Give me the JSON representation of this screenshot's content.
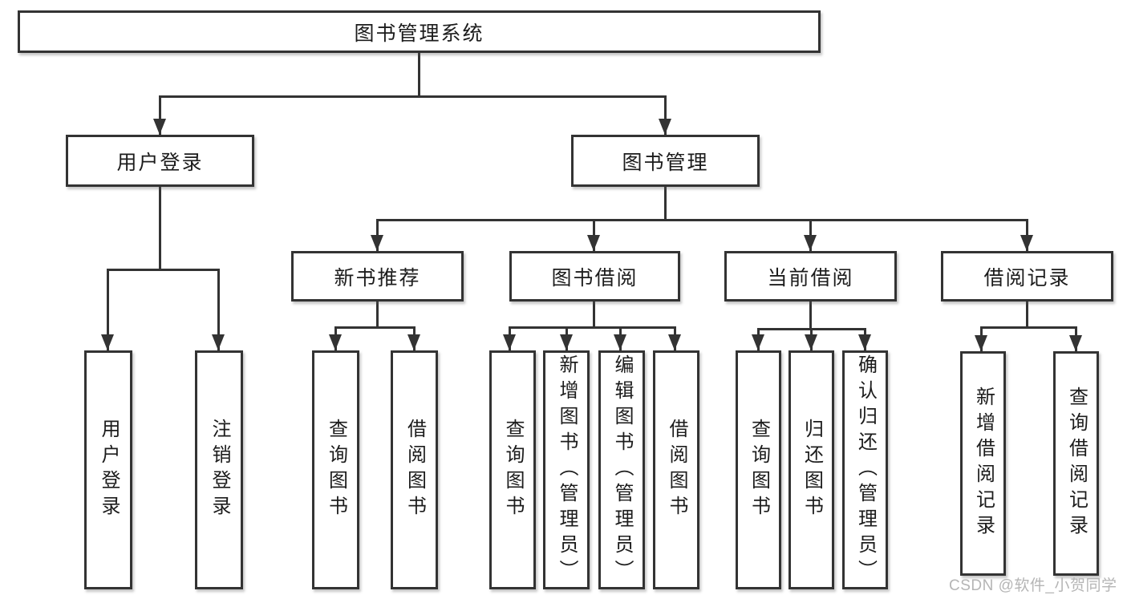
{
  "diagram": {
    "type": "hierarchy-tree",
    "title": "图书管理系统",
    "watermark": "CSDN @软件_小贺同学",
    "colors": {
      "line": "#333333",
      "box_border": "#333333",
      "box_background": "#ffffff",
      "text": "#1c1c1c",
      "watermark": "#b5b5b5"
    }
  },
  "nodes": [
    {
      "id": "root",
      "label": "图书管理系统",
      "parent": null
    },
    {
      "id": "user-login",
      "label": "用户登录",
      "parent": "root"
    },
    {
      "id": "book-management",
      "label": "图书管理",
      "parent": "root"
    },
    {
      "id": "user-login-action",
      "label": "用户登录",
      "parent": "user-login"
    },
    {
      "id": "logout",
      "label": "注销登录",
      "parent": "user-login"
    },
    {
      "id": "new-book-recommend",
      "label": "新书推荐",
      "parent": "book-management"
    },
    {
      "id": "book-borrowing",
      "label": "图书借阅",
      "parent": "book-management"
    },
    {
      "id": "current-borrowing",
      "label": "当前借阅",
      "parent": "book-management"
    },
    {
      "id": "borrowing-records",
      "label": "借阅记录",
      "parent": "book-management"
    },
    {
      "id": "query-books-recommend",
      "label": "查询图书",
      "parent": "new-book-recommend"
    },
    {
      "id": "borrow-books-recommend",
      "label": "借阅图书",
      "parent": "new-book-recommend"
    },
    {
      "id": "query-books-borrowing",
      "label": "查询图书",
      "parent": "book-borrowing"
    },
    {
      "id": "add-books-admin",
      "label": "新增图书（管理员）",
      "parent": "book-borrowing"
    },
    {
      "id": "edit-books-admin",
      "label": "编辑图书（管理员）",
      "parent": "book-borrowing"
    },
    {
      "id": "borrow-books-borrowing",
      "label": "借阅图书",
      "parent": "book-borrowing"
    },
    {
      "id": "query-books-current",
      "label": "查询图书",
      "parent": "current-borrowing"
    },
    {
      "id": "return-books",
      "label": "归还图书",
      "parent": "current-borrowing"
    },
    {
      "id": "confirm-return-admin",
      "label": "确认归还（管理员）",
      "parent": "current-borrowing"
    },
    {
      "id": "add-borrow-record",
      "label": "新增借阅记录",
      "parent": "borrowing-records"
    },
    {
      "id": "query-borrow-record",
      "label": "查询借阅记录",
      "parent": "borrowing-records"
    }
  ]
}
